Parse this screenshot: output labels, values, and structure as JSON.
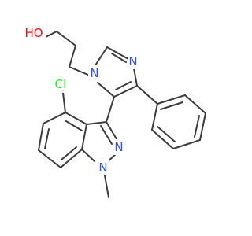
{
  "molecule": {
    "colors": {
      "bond": "#3b3b3b",
      "oxygen": "#ff0d0d",
      "nitrogen": "#3050f8",
      "chlorine": "#1ff01f",
      "carbon": "#3b3b3b"
    },
    "labels": {
      "ho": "HO",
      "n_imidazole_1": "N",
      "n_imidazole_3": "N",
      "cl": "Cl",
      "n_indazole_2": "N",
      "n_indazole_1": "N"
    }
  }
}
